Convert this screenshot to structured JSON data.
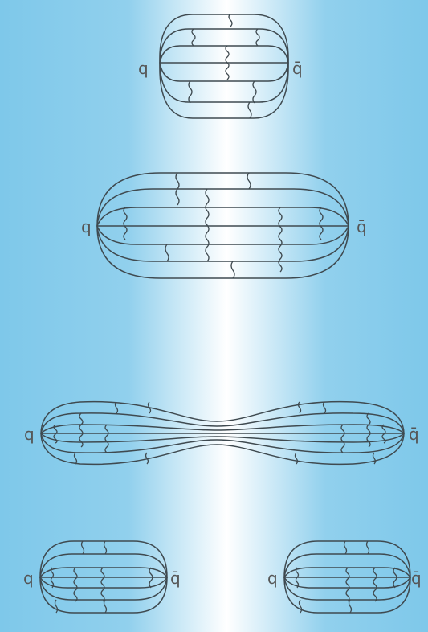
{
  "background": {
    "edge_color": "#7ec8ea",
    "center_color": "#ffffff"
  },
  "line_color": "#3f4a50",
  "label_color": "#555555",
  "diagrams": [
    {
      "quark": "q",
      "antiquark": "q̄"
    },
    {
      "quark": "q",
      "antiquark": "q̄"
    },
    {
      "quark": "q",
      "antiquark": "q̄"
    },
    {
      "quark": "q",
      "antiquark": "q̄"
    },
    {
      "quark": "q",
      "antiquark": "q̄"
    }
  ]
}
